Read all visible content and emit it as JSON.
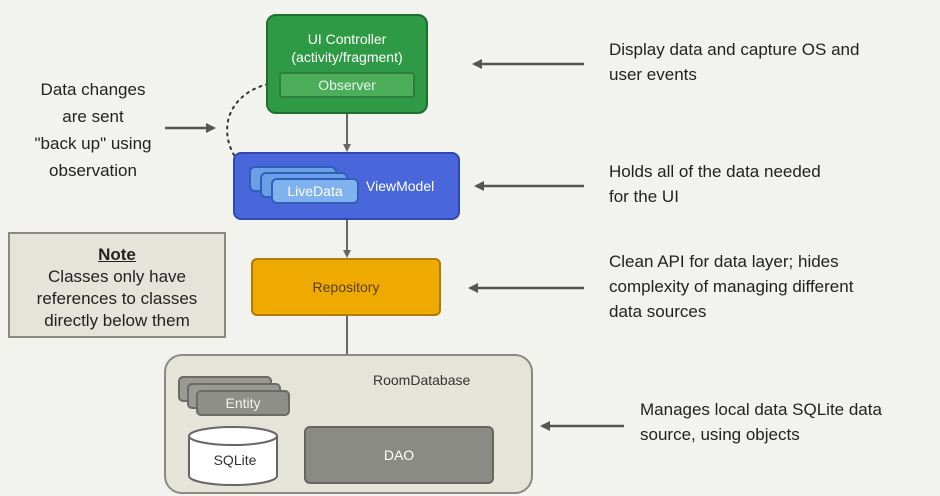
{
  "diagram": {
    "ui_controller": {
      "title_lines": [
        "UI Controller",
        "(activity/fragment)"
      ],
      "observer_label": "Observer"
    },
    "viewmodel": {
      "livedata_label": "LiveData",
      "label": "ViewModel"
    },
    "repository": {
      "label": "Repository"
    },
    "room_database": {
      "label": "RoomDatabase",
      "entity_label": "Entity",
      "sqlite_label": "SQLite",
      "dao_label": "DAO"
    },
    "observation_note": {
      "lines": [
        "Data changes",
        "are sent",
        "\"back up\" using",
        "observation"
      ]
    },
    "note_box": {
      "title": "Note",
      "lines": [
        "Classes only have",
        "references to classes",
        "directly below them"
      ]
    },
    "descriptions": {
      "ui_controller": [
        "Display data and capture OS and",
        "user events"
      ],
      "viewmodel": [
        "Holds all of the data needed",
        "for the UI"
      ],
      "repository": [
        "Clean API for data layer; hides",
        "complexity of managing different",
        "data sources"
      ],
      "room_database": [
        "Manages local data SQLite data",
        "source, using objects"
      ]
    }
  }
}
